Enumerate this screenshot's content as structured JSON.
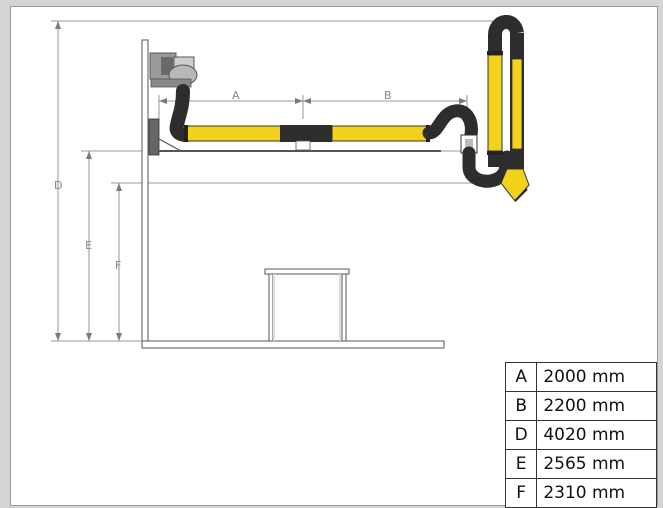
{
  "dimension_labels": {
    "A": "A",
    "B": "B",
    "D": "D",
    "E": "E",
    "F": "F"
  },
  "dimensions": [
    {
      "label": "A",
      "value": "2000 mm"
    },
    {
      "label": "B",
      "value": "2200 mm"
    },
    {
      "label": "D",
      "value": "4020 mm"
    },
    {
      "label": "E",
      "value": "2565 mm"
    },
    {
      "label": "F",
      "value": "2310 mm"
    }
  ],
  "colors": {
    "arm_yellow": "#f2d21a",
    "hose_dark": "#2d2d2d",
    "line": "#6e6e6e",
    "frame": "#555555"
  }
}
